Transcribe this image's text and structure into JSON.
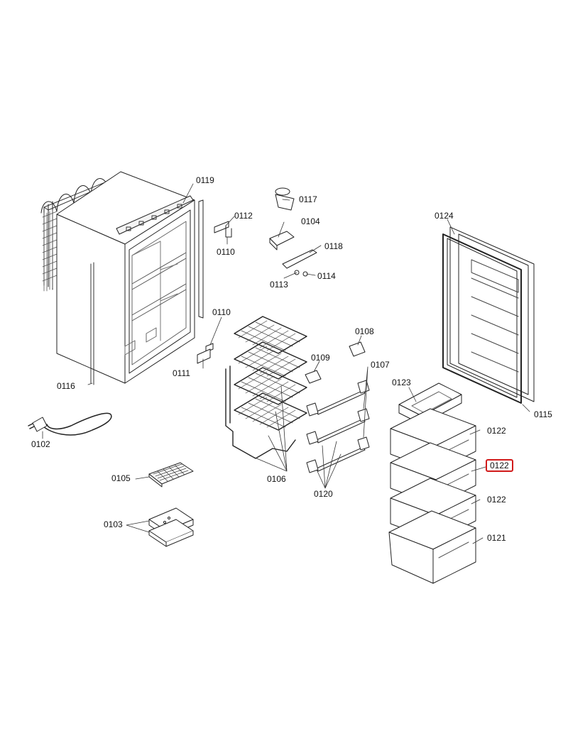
{
  "diagram": {
    "highlight_color": "#d11a1a",
    "parts": {
      "p0102": "0102",
      "p0103": "0103",
      "p0104": "0104",
      "p0105": "0105",
      "p0106": "0106",
      "p0107": "0107",
      "p0108": "0108",
      "p0109": "0109",
      "p0110a": "0110",
      "p0110b": "0110",
      "p0111": "0111",
      "p0112": "0112",
      "p0113": "0113",
      "p0114": "0114",
      "p0115": "0115",
      "p0116": "0116",
      "p0117": "0117",
      "p0118": "0118",
      "p0119": "0119",
      "p0120": "0120",
      "p0121": "0121",
      "p0122a": "0122",
      "p0122b": "0122",
      "p0122c": "0122",
      "p0123": "0123",
      "p0124": "0124"
    },
    "highlighted_part": "0122"
  }
}
